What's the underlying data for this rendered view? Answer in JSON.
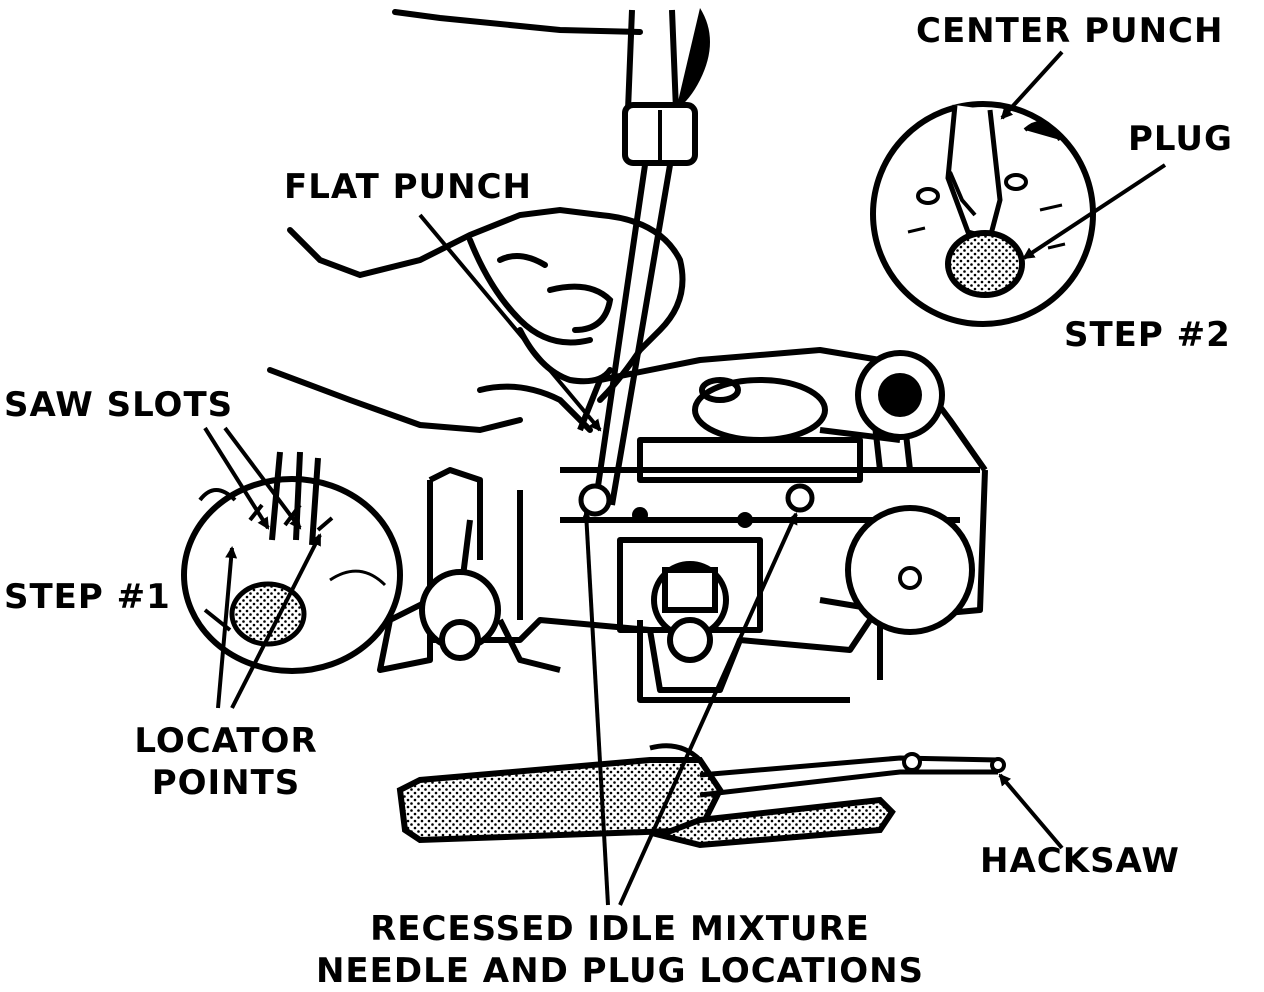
{
  "labels": {
    "center_punch": "CENTER PUNCH",
    "plug": "PLUG",
    "step2": "STEP #2",
    "flat_punch": "FLAT PUNCH",
    "saw_slots": "SAW SLOTS",
    "step1": "STEP #1",
    "locator_line1": "LOCATOR",
    "locator_line2": "POINTS",
    "hacksaw": "HACKSAW",
    "recessed_line1": "RECESSED IDLE MIXTURE",
    "recessed_line2": "NEEDLE AND PLUG LOCATIONS"
  },
  "colors": {
    "ink": "#000000",
    "paper": "#ffffff"
  }
}
